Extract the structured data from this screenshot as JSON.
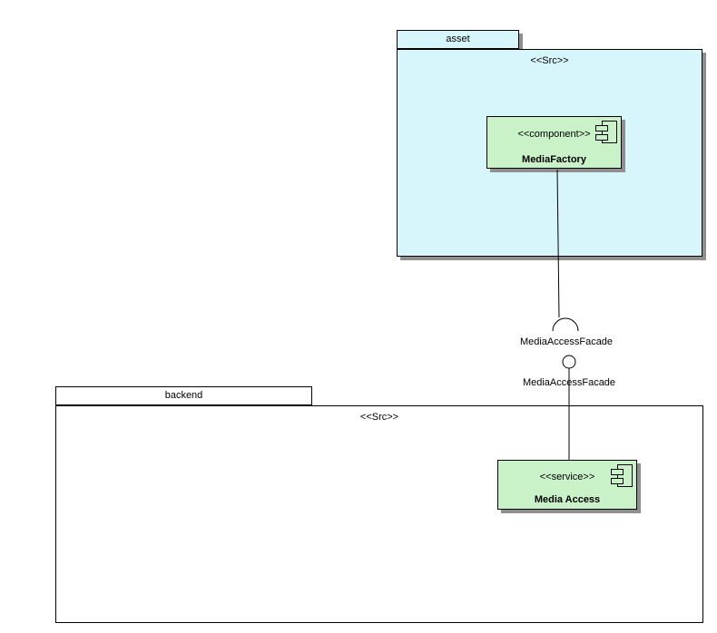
{
  "diagram": {
    "type": "uml-component-diagram",
    "colors": {
      "asset_package_fill": "#d7f6fc",
      "backend_package_fill": "#ffffff",
      "component_fill": "#c9f2c9",
      "border": "#000000",
      "shadow": "#8f8f8f",
      "background": "#ffffff"
    },
    "packages": [
      {
        "name": "asset",
        "stereotype": "<<Src>>"
      },
      {
        "name": "backend",
        "stereotype": "<<Src>>"
      }
    ],
    "components": [
      {
        "stereotype": "<<component>>",
        "name": "MediaFactory"
      },
      {
        "stereotype": "<<service>>",
        "name": "Media Access"
      }
    ],
    "interfaces": {
      "required": {
        "label": "MediaAccessFacade",
        "notation": "socket"
      },
      "provided": {
        "label": "MediaAccessFacade",
        "notation": "ball"
      }
    }
  }
}
